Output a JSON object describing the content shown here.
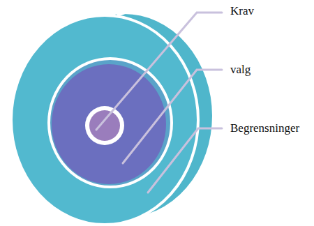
{
  "diagram": {
    "labels": [
      "Krav",
      "valg",
      "Begrensninger"
    ]
  }
}
